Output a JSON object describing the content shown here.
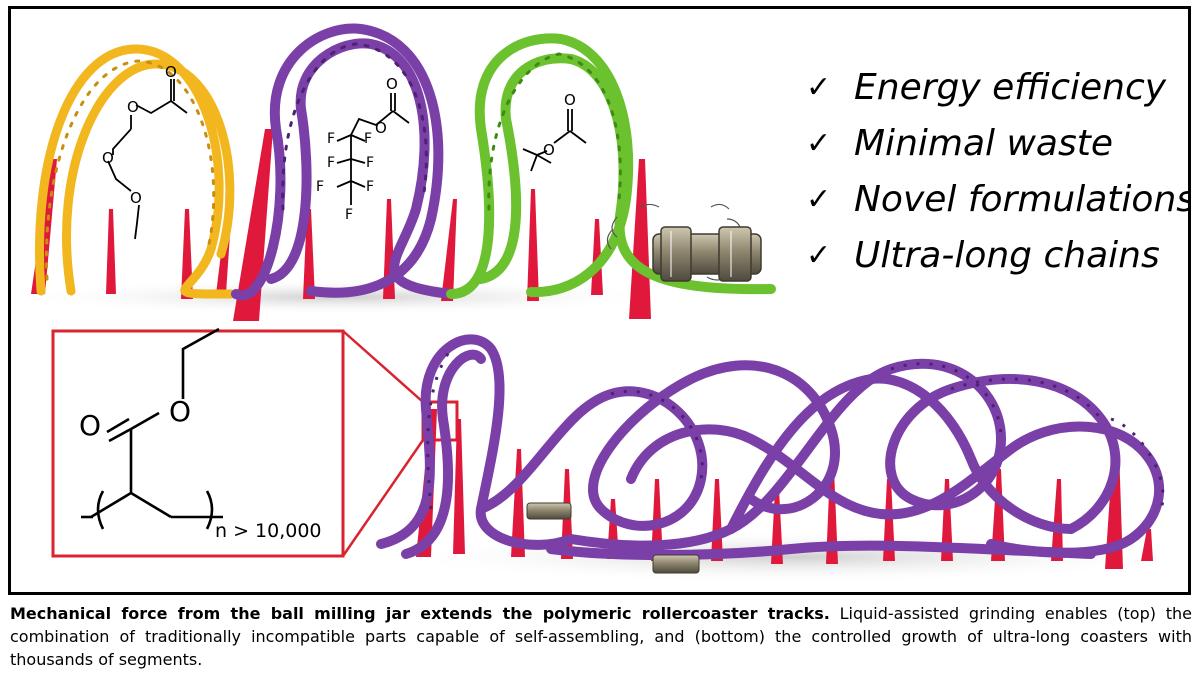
{
  "checklist": {
    "items": [
      {
        "check": "✓",
        "label": "Energy efficiency"
      },
      {
        "check": "✓",
        "label": "Minimal waste"
      },
      {
        "check": "✓",
        "label": "Novel formulations"
      },
      {
        "check": "✓",
        "label": "Ultra-long chains"
      }
    ]
  },
  "molecules": {
    "ester_o": "O",
    "ether_o1": "O",
    "ether_o2": "O",
    "fluoro_ester_o": "O",
    "fluorines": [
      "F",
      "F",
      "F",
      "F",
      "F",
      "F",
      "F"
    ],
    "tbu_ester_o": "O",
    "inset_carbonyl_o": "O",
    "inset_ester_o": "O",
    "inset_repeat": "n > 10,000"
  },
  "caption": {
    "bold": "Mechanical force from the ball milling jar extends the polymeric rollercoaster tracks.",
    "text": " Liquid-assisted grinding enables (top) the combination of traditionally incompatible parts capable of self-assembling, and (bottom) the controlled growth of ultra-long coasters with thousands of segments."
  },
  "colors": {
    "yellow_track": "#F2B61E",
    "purple_track": "#7B3FA8",
    "green_track": "#6CC12E",
    "support_red": "#E0193C",
    "inset_border": "#D9232F"
  }
}
